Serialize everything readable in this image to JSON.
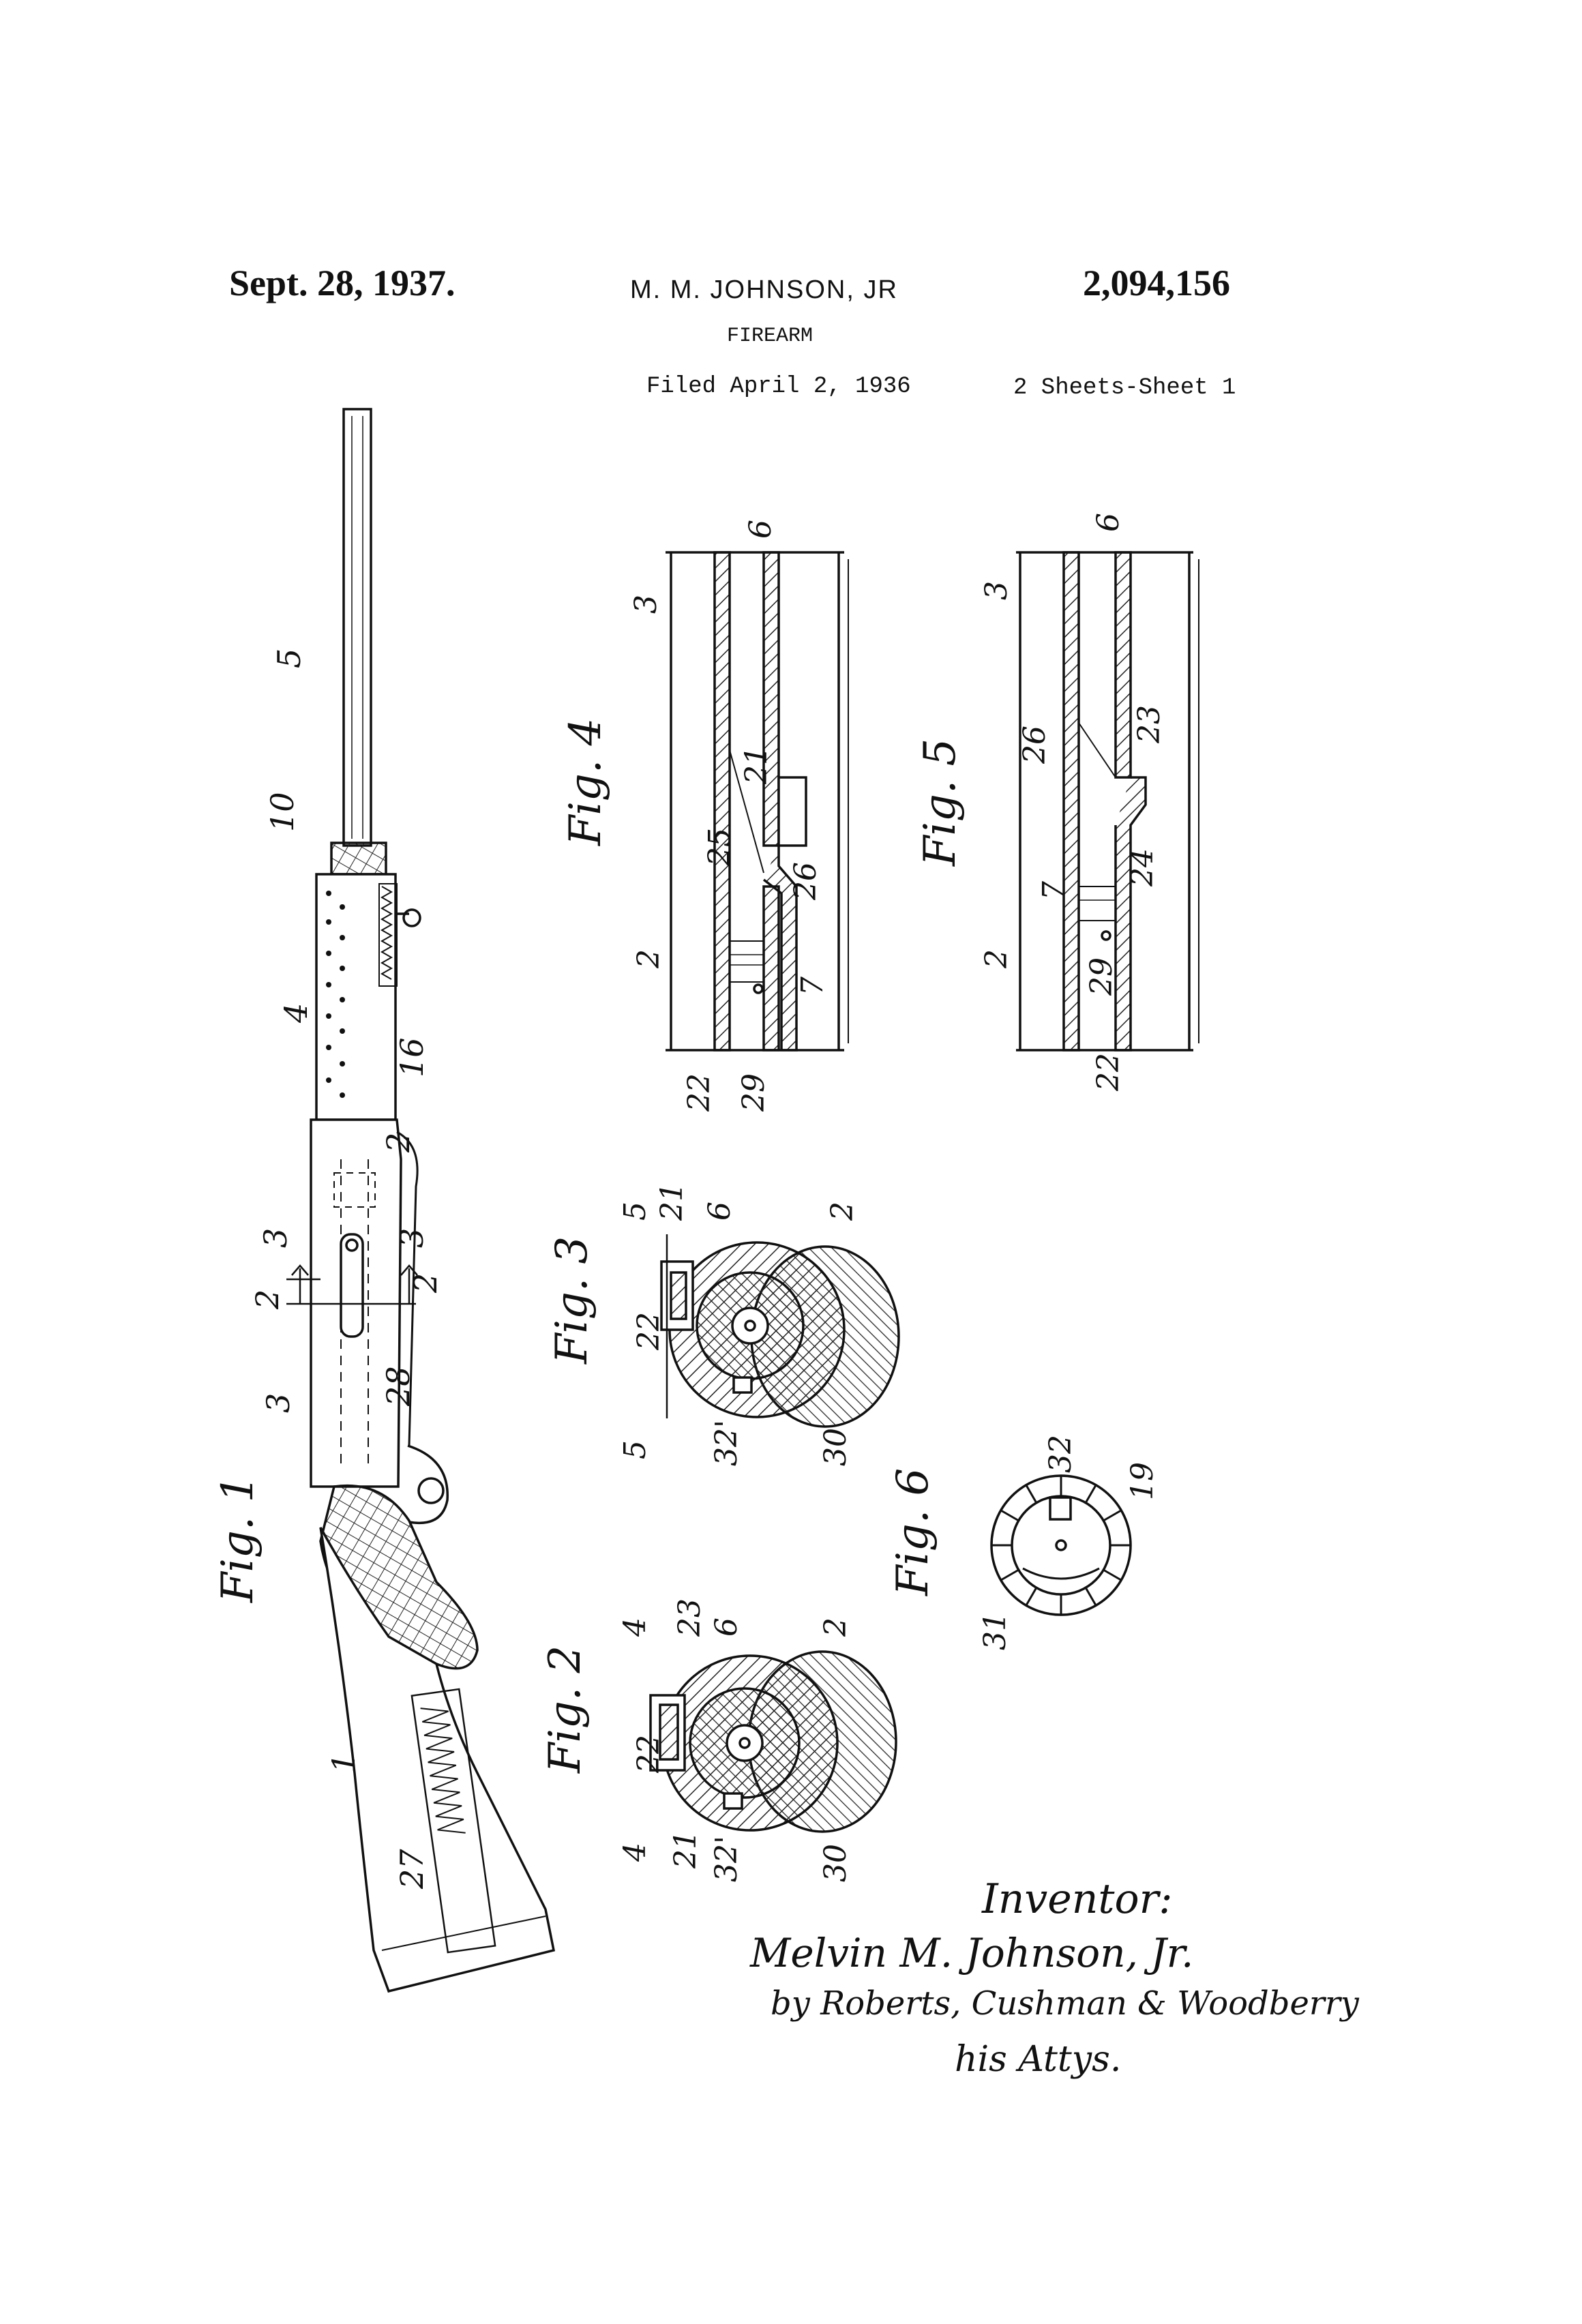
{
  "header": {
    "date": "Sept. 28, 1937.",
    "inventor": "M. M. JOHNSON, JR",
    "patent_number": "2,094,156",
    "title": "FIREARM",
    "filed": "Filed April 2, 1936",
    "sheets": "2 Sheets-Sheet 1"
  },
  "figures": {
    "fig1": {
      "label": "Fig. 1",
      "refs": {
        "r1": "1",
        "r2": "2",
        "r3": "3",
        "r4": "4",
        "r5": "5",
        "r10": "10",
        "r16": "16",
        "r27": "27",
        "r28": "28"
      },
      "section_marks": {
        "s2a": "2",
        "s2b": "2",
        "s3a": "3",
        "s3b": "3"
      }
    },
    "fig2": {
      "label": "Fig. 2",
      "refs": {
        "r2": "2",
        "r4a": "4",
        "r4b": "4",
        "r6": "6",
        "r21": "21",
        "r22": "22",
        "r23": "23",
        "r30": "30",
        "r32": "32'"
      }
    },
    "fig3": {
      "label": "Fig. 3",
      "refs": {
        "r2": "2",
        "r5a": "5",
        "r5b": "5",
        "r6": "6",
        "r21": "21",
        "r22": "22",
        "r30": "30",
        "r32": "32'"
      }
    },
    "fig4": {
      "label": "Fig. 4",
      "refs": {
        "r2": "2",
        "r3": "3",
        "r6": "6",
        "r7": "7",
        "r21": "21",
        "r22": "22",
        "r25": "25",
        "r26": "26",
        "r29": "29"
      }
    },
    "fig5": {
      "label": "Fig. 5",
      "refs": {
        "r2": "2",
        "r3": "3",
        "r6": "6",
        "r7": "7",
        "r22": "22",
        "r23": "23",
        "r24": "24",
        "r26": "26",
        "r29": "29"
      }
    },
    "fig6": {
      "label": "Fig. 6",
      "refs": {
        "r19": "19",
        "r31": "31",
        "r32": "32"
      }
    }
  },
  "signature": {
    "heading": "Inventor:",
    "name": "Melvin M. Johnson, Jr.",
    "by": "by Roberts, Cushman & Woodberry",
    "attys": "his Attys."
  }
}
